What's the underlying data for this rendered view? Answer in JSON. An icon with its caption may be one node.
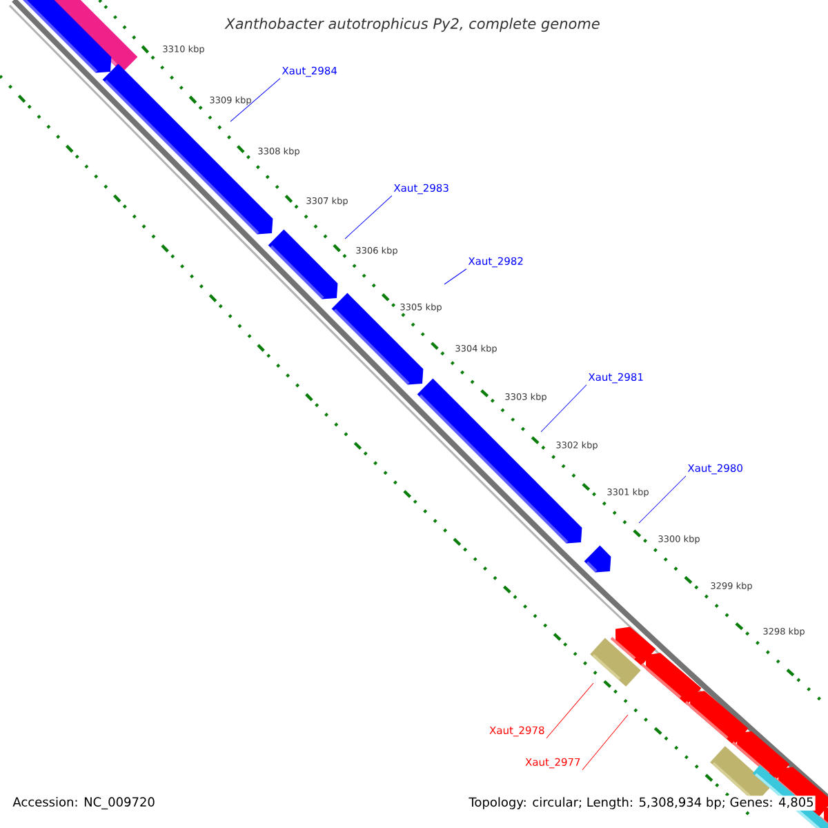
{
  "diagram": {
    "title": "Xanthobacter autotrophicus Py2, complete genome",
    "nodes": [
      {
        "text": [
          "Xaut_2984"
        ]
      },
      {
        "text": [
          "Xaut_2983"
        ]
      },
      {
        "text": [
          "Xaut_2982"
        ]
      },
      {
        "text": [
          "Xaut_2981"
        ]
      },
      {
        "text": [
          "Xaut_2980"
        ]
      },
      {
        "text": [
          "Xaut_2978"
        ]
      },
      {
        "text": [
          "Xaut_2977"
        ]
      }
    ],
    "edges": [
      {
        "from": 0,
        "to": null,
        "arrow": "none"
      },
      {
        "from": 1,
        "to": null,
        "arrow": "none"
      },
      {
        "from": 2,
        "to": null,
        "arrow": "none"
      },
      {
        "from": 3,
        "to": null,
        "arrow": "none"
      },
      {
        "from": 4,
        "to": null,
        "arrow": "none"
      },
      {
        "from": 5,
        "to": null,
        "arrow": "none",
        "color": "#ff0000"
      },
      {
        "from": 6,
        "to": null,
        "arrow": "none",
        "color": "#ff0000"
      }
    ],
    "labels": [
      "3310 kbp",
      "3309 kbp",
      "3308 kbp",
      "3307 kbp",
      "3306 kbp",
      "3305 kbp",
      "3304 kbp",
      "3303 kbp",
      "3302 kbp",
      "3301 kbp",
      "3300 kbp",
      "3299 kbp",
      "3298 kbp",
      "Accession: NC_009720",
      "Topology: circular; Length: 5,308,934 bp; Genes: 4,805"
    ]
  }
}
